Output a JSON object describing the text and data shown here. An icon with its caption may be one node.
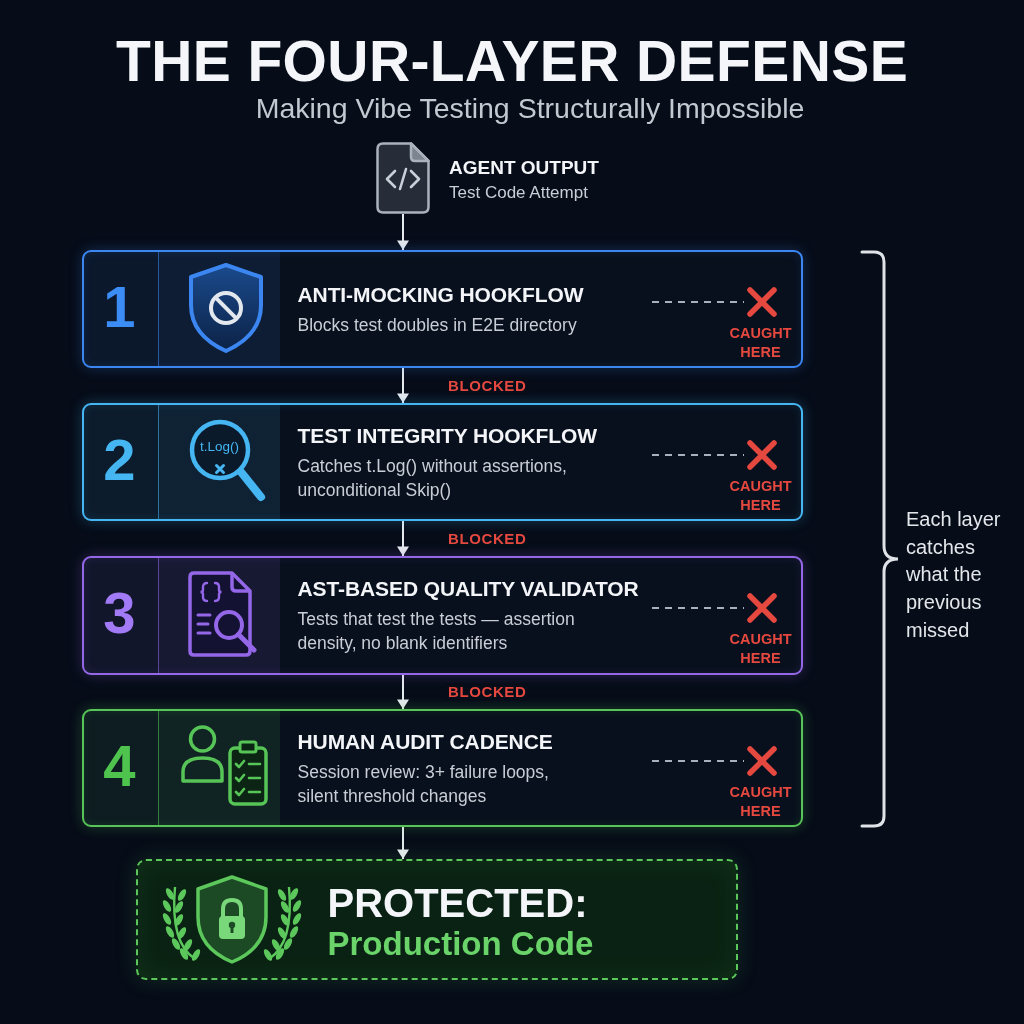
{
  "diagram": {
    "title": "THE FOUR-LAYER DEFENSE",
    "nodes": [
      {
        "text": [
          "AGENT OUTPUT",
          "Test Code Attempt"
        ]
      },
      {
        "text": [
          "1",
          "ANTI-MOCKING HOOKFLOW",
          "Blocks test doubles in E2E directory",
          "CAUGHT HERE"
        ]
      },
      {
        "text": [
          "2",
          "t.Log()",
          "TEST INTEGRITY HOOKFLOW",
          "Catches t.Log() without assertions, unconditional Skip()",
          "CAUGHT HERE"
        ]
      },
      {
        "text": [
          "3",
          "AST-BASED QUALITY VALIDATOR",
          "Tests that test the tests — assertion density, no blank identifiers",
          "CAUGHT HERE"
        ]
      },
      {
        "text": [
          "4",
          "HUMAN AUDIT CADENCE",
          "Session review: 3+ failure loops, silent threshold changes",
          "CAUGHT HERE"
        ]
      },
      {
        "text": [
          "PROTECTED:",
          "Production Code"
        ]
      }
    ],
    "edges": [
      {
        "from": 0,
        "to": 1,
        "arrow": "to"
      },
      {
        "from": 1,
        "to": 2,
        "arrow": "to",
        "label": "BLOCKED"
      },
      {
        "from": 2,
        "to": 3,
        "arrow": "to",
        "label": "BLOCKED"
      },
      {
        "from": 3,
        "to": 4,
        "arrow": "to",
        "label": "BLOCKED"
      },
      {
        "from": 4,
        "to": 5,
        "arrow": "to"
      }
    ],
    "labels": [
      "Making Vibe Testing Structurally Impossible",
      "Each layer catches what the previous missed"
    ]
  }
}
